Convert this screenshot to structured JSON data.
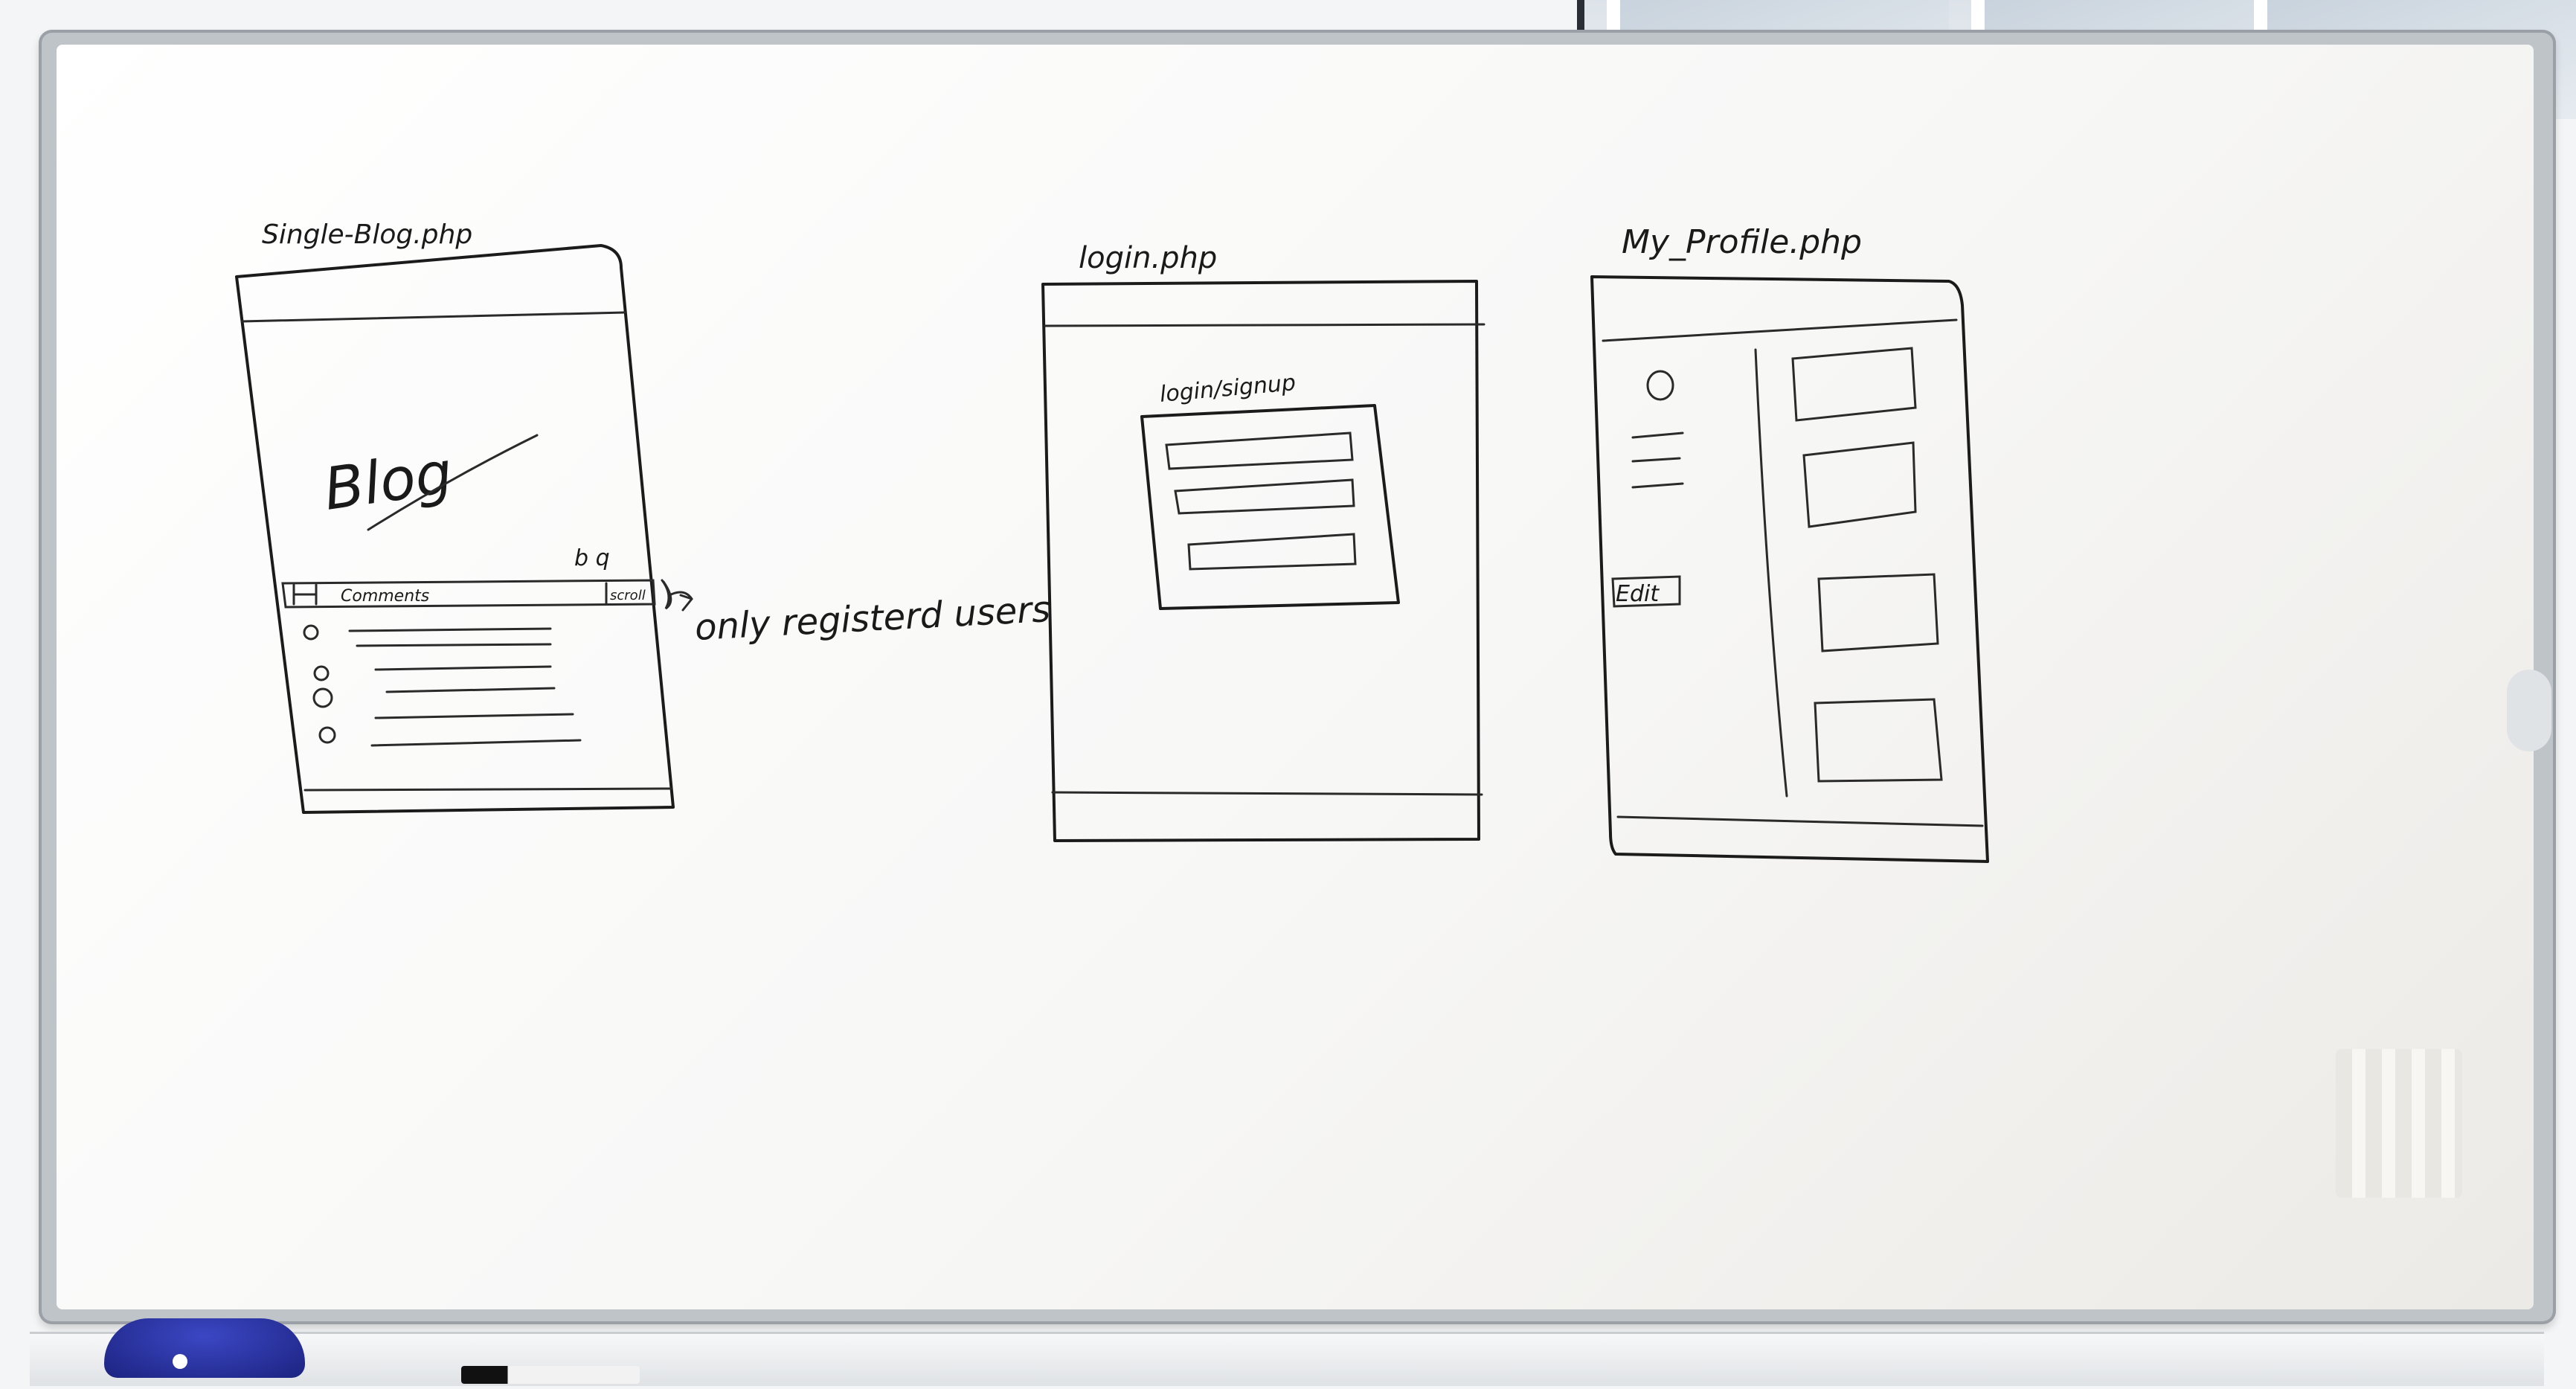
{
  "whiteboard": {
    "sketches": [
      {
        "title": "Single-Blog.php",
        "hero_text": "Blog",
        "icons_text": "b q",
        "comments_label": "Comments",
        "scroll_label": "scroll",
        "annotation": "only registerd users"
      },
      {
        "title": "login.php",
        "form_label": "login/signup"
      },
      {
        "title": "My_Profile.php",
        "edit_label": "Edit"
      }
    ]
  },
  "colors": {
    "ink": "#1b1b1b",
    "board": "#ffffff",
    "frame": "#bfc4c9",
    "eraser": "#1c2380"
  }
}
